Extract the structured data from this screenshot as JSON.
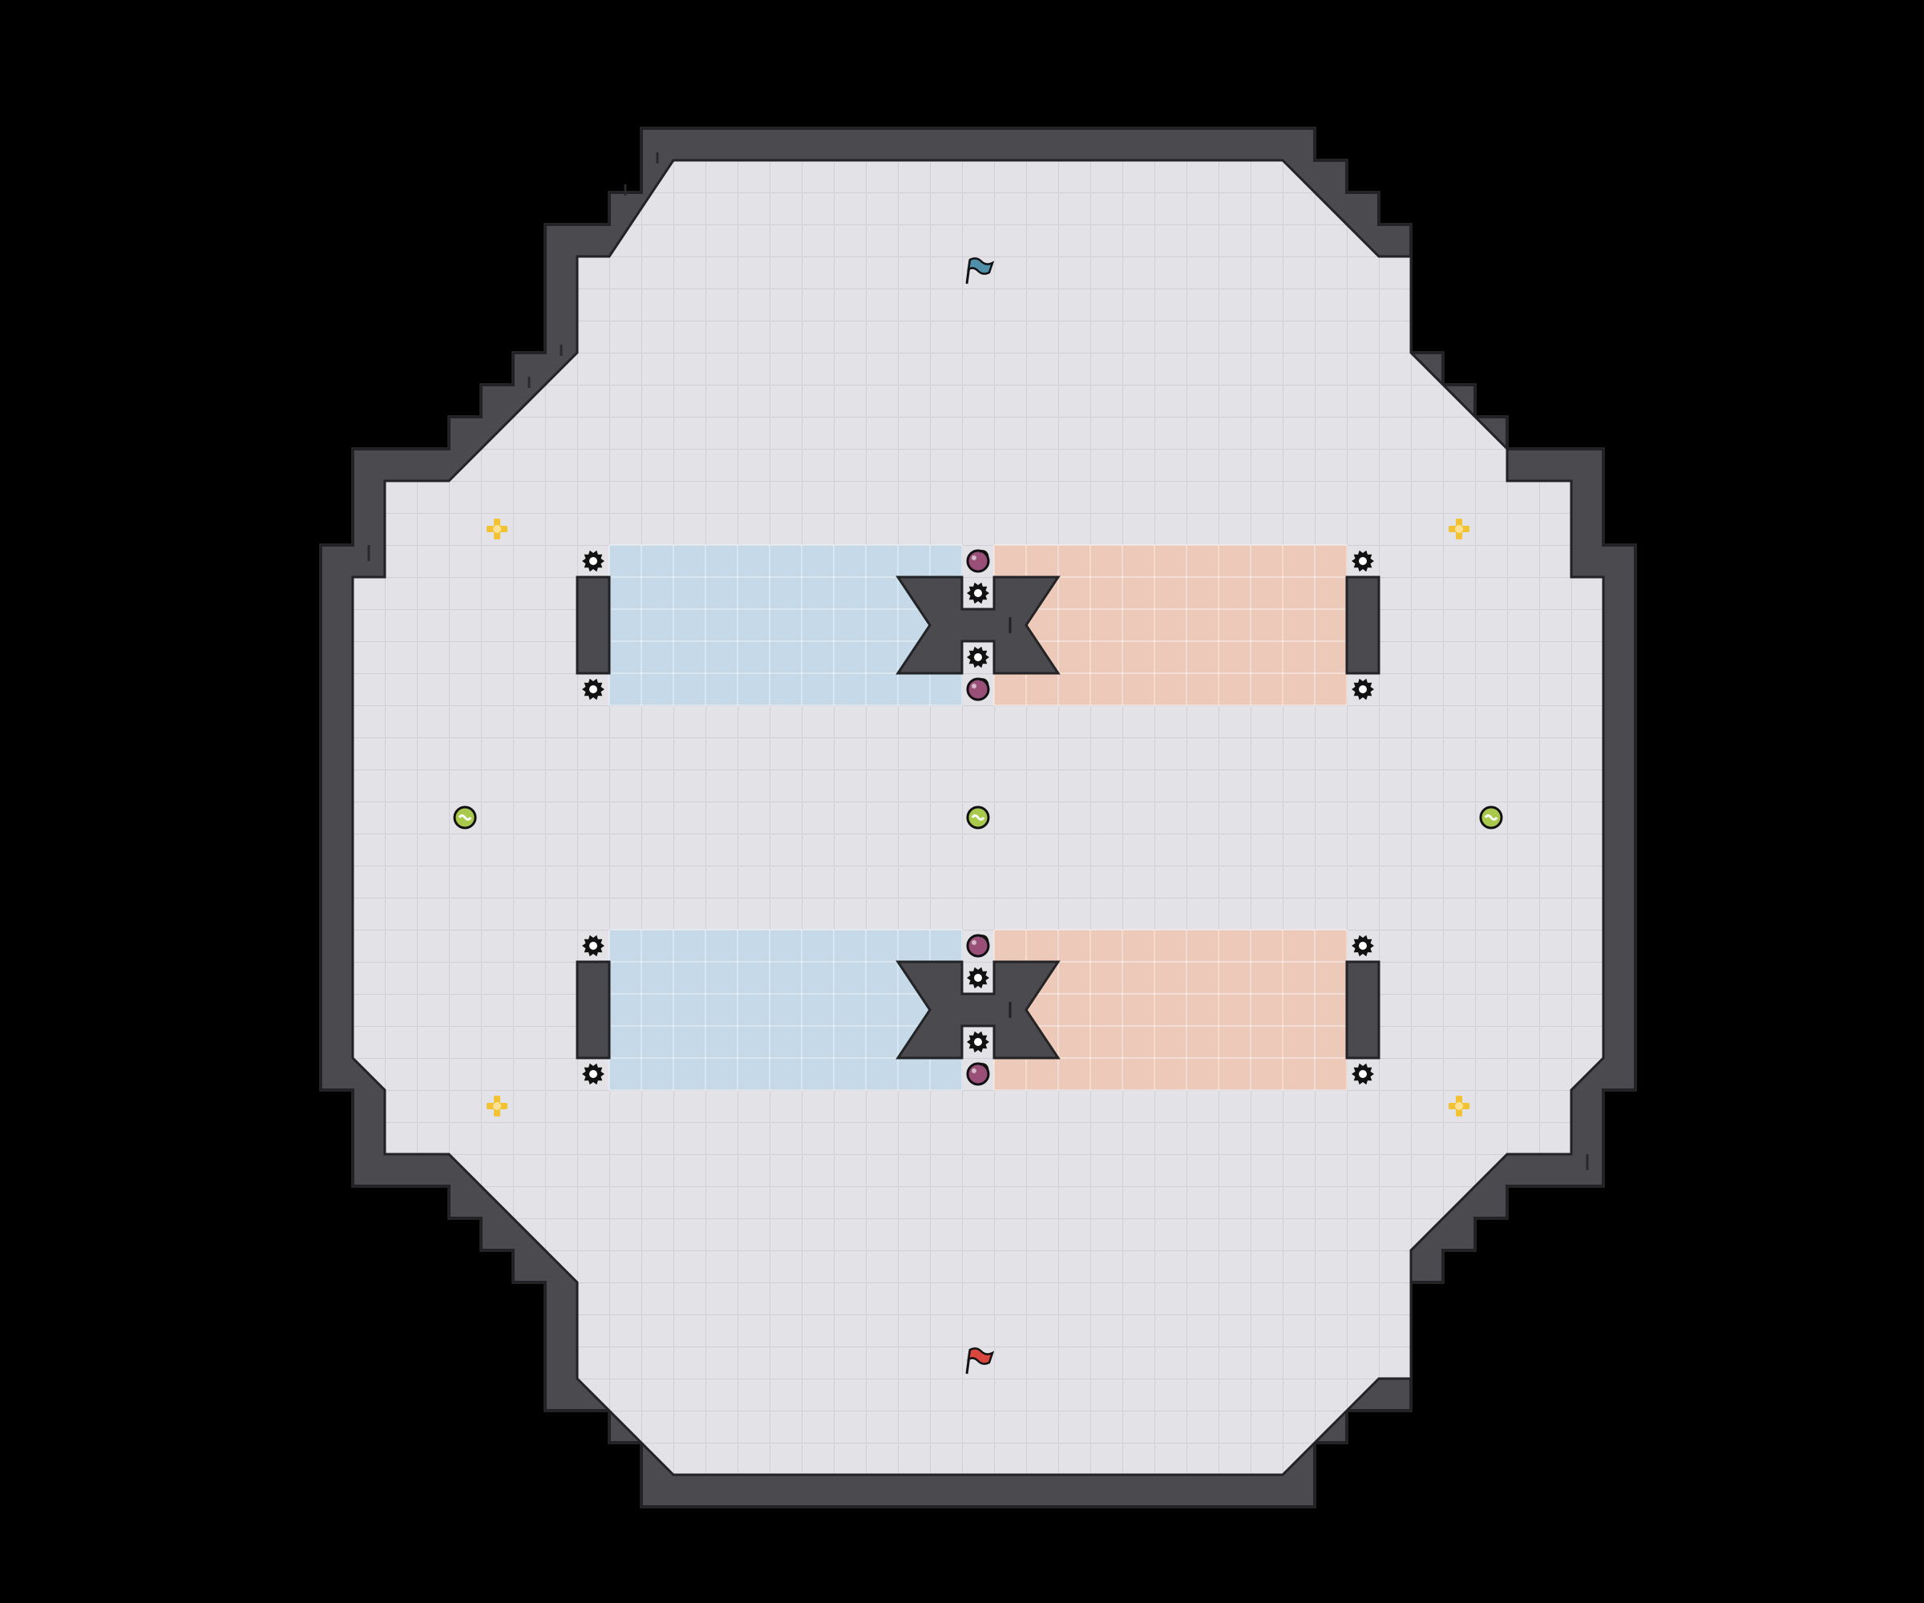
{
  "map": {
    "background_color": "#000000",
    "floor_color": "#e3e3e7",
    "floor_grid_color": "#cfcfd4",
    "wall_color": "#4a4a4f",
    "wall_edge_color": "#232326",
    "blue_zone_color": "#c5d9e8",
    "red_zone_color": "#edc9b9"
  },
  "markers": {
    "blue_flag": {
      "icon": "blue-flag-icon",
      "color": "#4f8fa8"
    },
    "red_flag": {
      "icon": "red-flag-icon",
      "color": "#d9463d"
    },
    "health_pickup": {
      "icon": "plus-cross-icon",
      "color": "#f2c230",
      "count": 4
    },
    "energy_orb": {
      "icon": "green-orb-icon",
      "color": "#a8c94a",
      "count": 3
    },
    "purple_orb": {
      "icon": "purple-orb-icon",
      "color": "#9a4f78",
      "count": 4
    },
    "spawn_gear": {
      "icon": "gear-icon",
      "color": "#111111",
      "count": 12
    },
    "barrier": {
      "icon": "wall-block-icon",
      "color": "#4a4a4f",
      "count": 4
    },
    "bowtie_gate": {
      "icon": "bowtie-gate-icon",
      "color": "#4a4a4f",
      "count": 2
    }
  }
}
